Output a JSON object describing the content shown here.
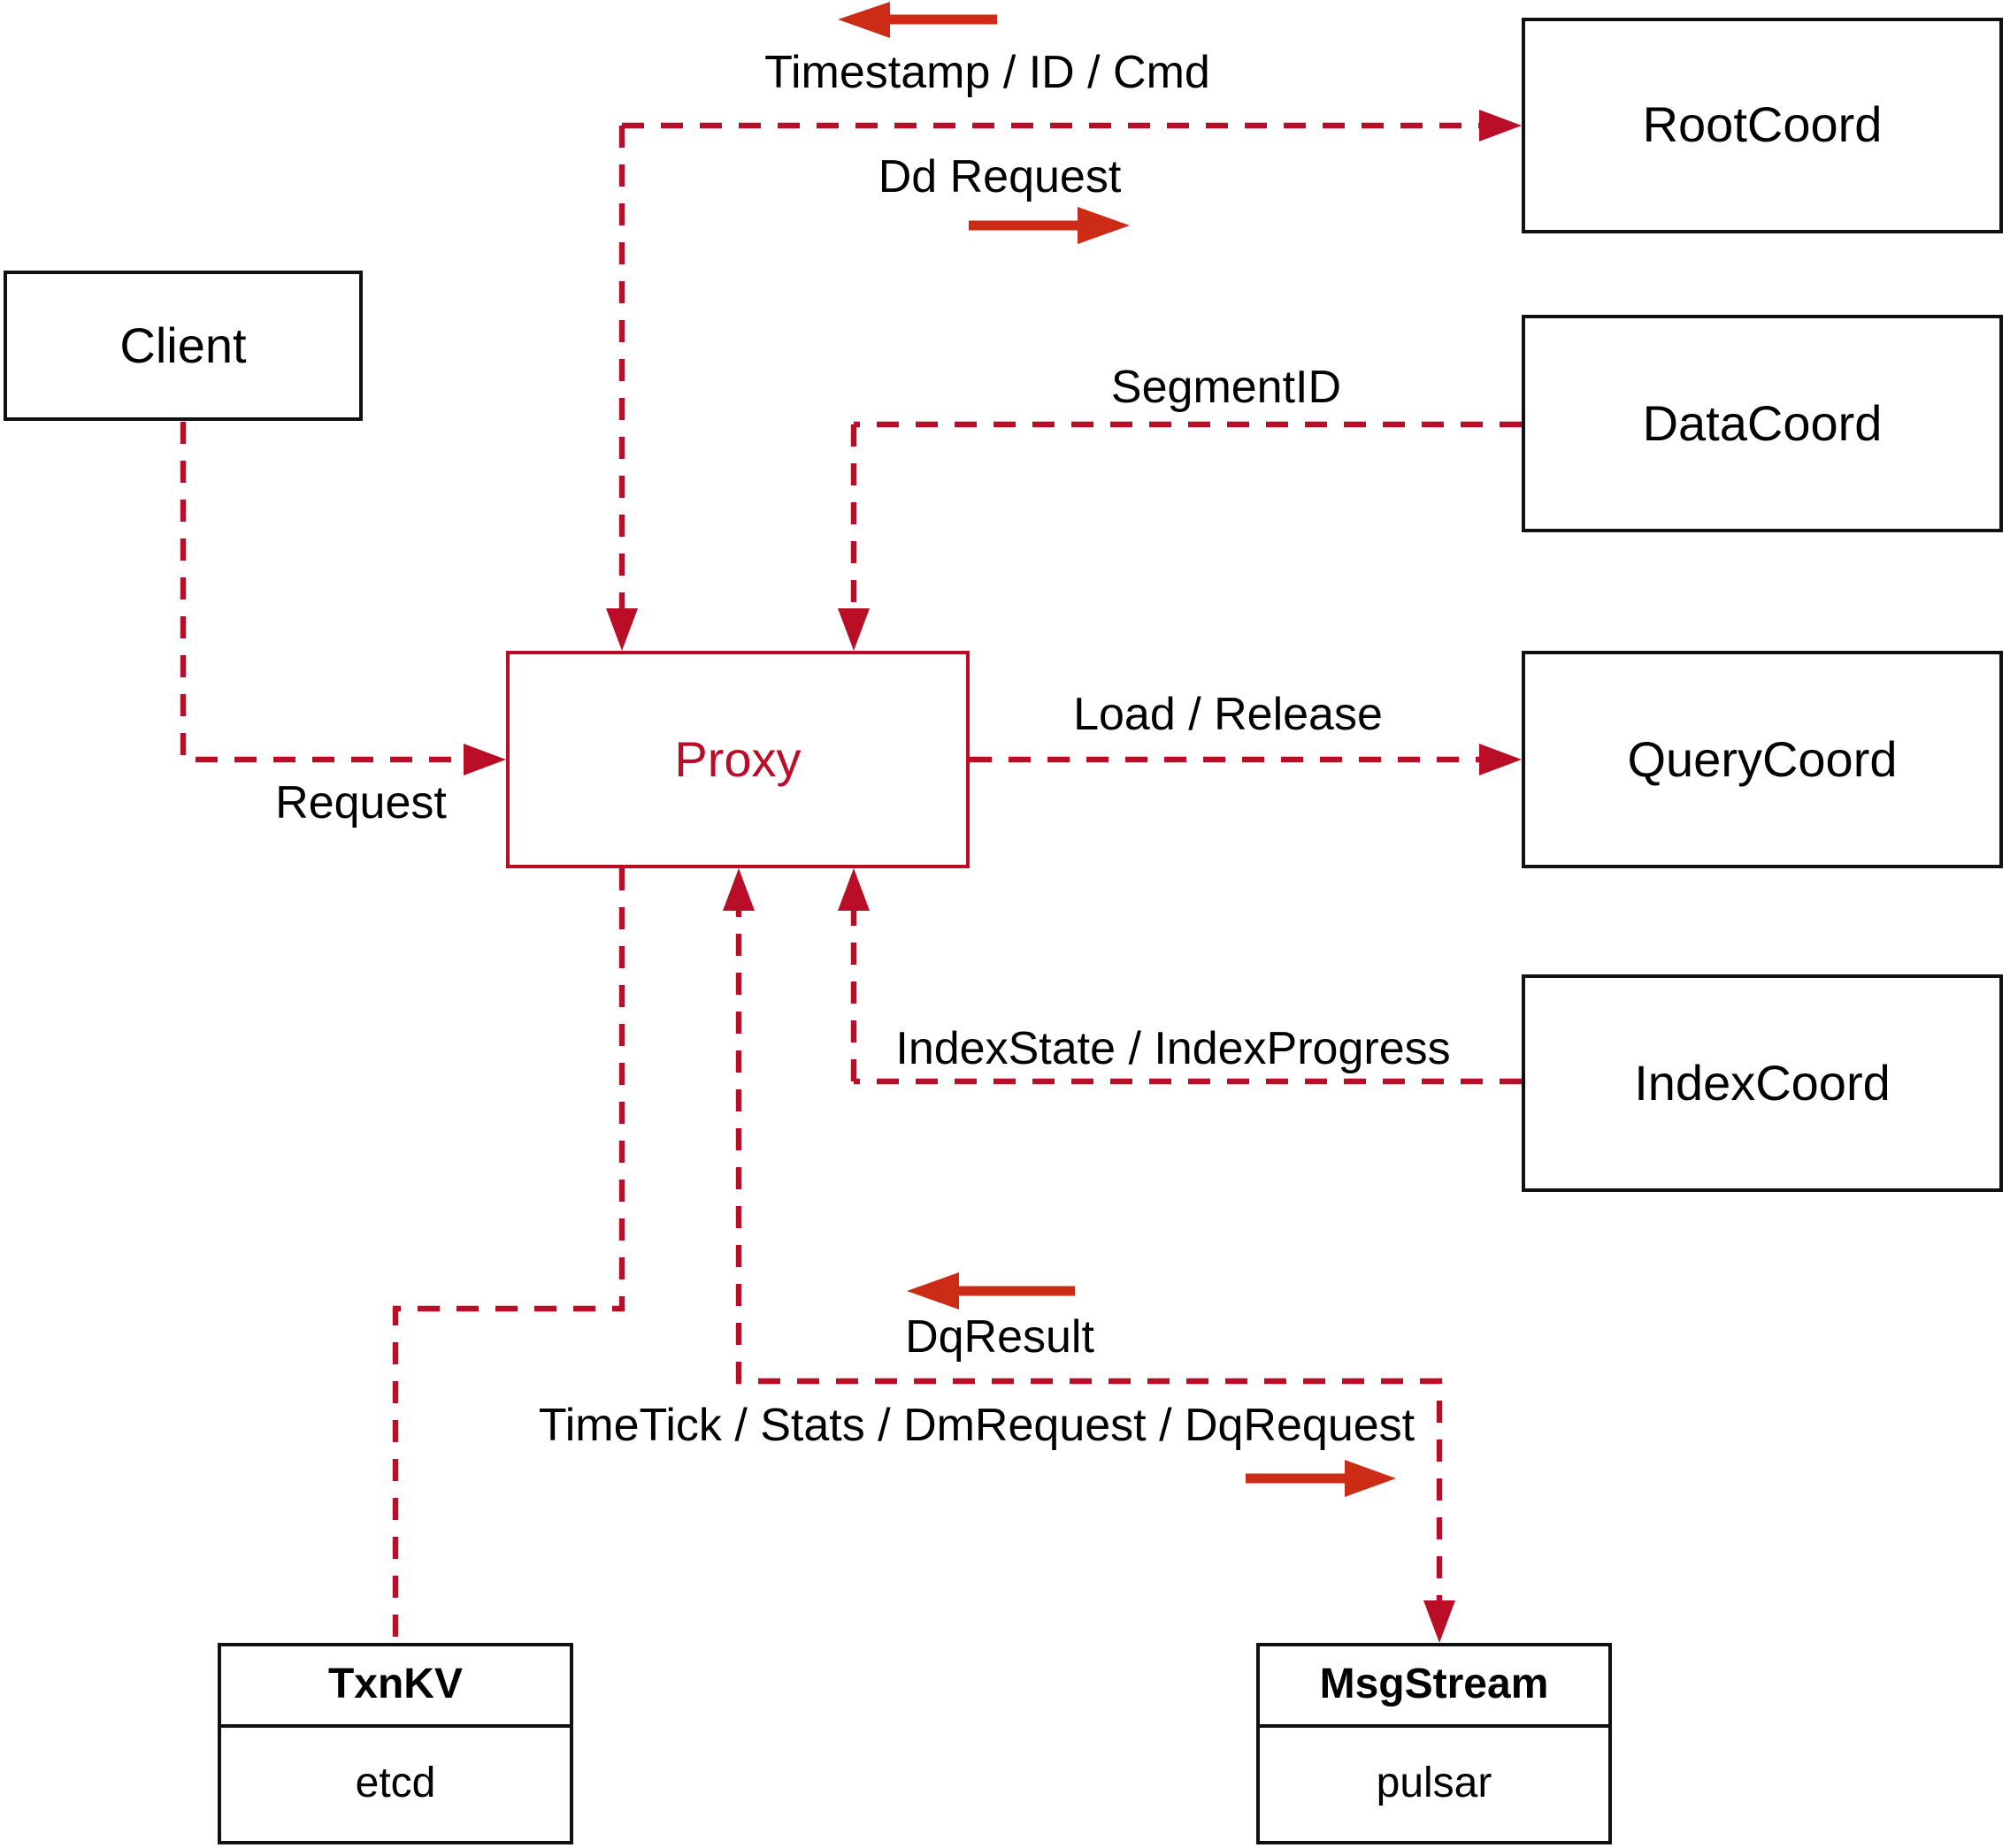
{
  "diagram": {
    "nodes": {
      "client": {
        "label": "Client"
      },
      "root_coord": {
        "label": "RootCoord"
      },
      "data_coord": {
        "label": "DataCoord"
      },
      "query_coord": {
        "label": "QueryCoord"
      },
      "index_coord": {
        "label": "IndexCoord"
      },
      "proxy": {
        "label": "Proxy"
      },
      "txn_kv": {
        "title": "TxnKV",
        "implementation": "etcd"
      },
      "msg_stream": {
        "title": "MsgStream",
        "implementation": "pulsar"
      }
    },
    "edge_labels": {
      "timestamp_id_cmd": "Timestamp / ID / Cmd",
      "dd_request": "Dd Request",
      "segment_id": "SegmentID",
      "load_release": "Load / Release",
      "index_state": "IndexState / IndexProgress",
      "request": "Request",
      "dq_result": "DqResult",
      "time_tick": "TimeTick / Stats / DmRequest / DqRequest"
    },
    "colors": {
      "dashed_line": "#b90d28",
      "solid_arrow": "#cc2b16",
      "box_border": "#111111",
      "proxy_accent": "#b90d28",
      "text": "#000000",
      "background": "#ffffff"
    }
  }
}
